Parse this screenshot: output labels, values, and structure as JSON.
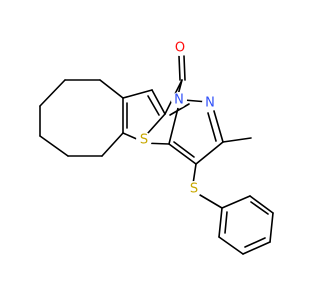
{
  "molecule": {
    "atoms": {
      "O": {
        "symbol": "O",
        "color": "#ff0d0d"
      },
      "N1": {
        "symbol": "N",
        "color": "#3050f8"
      },
      "N2": {
        "symbol": "N",
        "color": "#3050f8"
      },
      "S_thiophene": {
        "symbol": "S",
        "color": "#c8a800"
      },
      "S_thioether": {
        "symbol": "S",
        "color": "#c8a800"
      }
    },
    "bond_color": "#000000"
  }
}
